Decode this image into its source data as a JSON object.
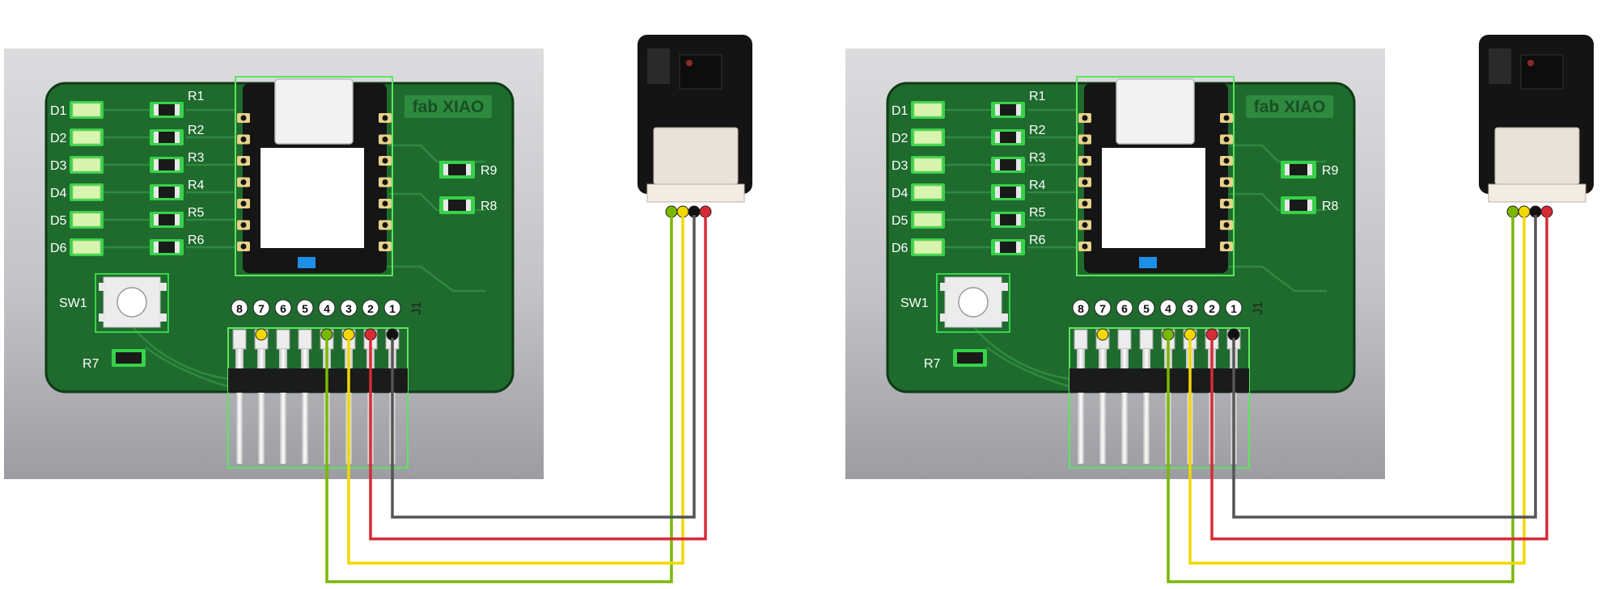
{
  "panels": [
    {
      "name": "left-wiring-diagram",
      "board": {
        "title": "fab XIAO",
        "leds": [
          "D1",
          "D2",
          "D3",
          "D4",
          "D5",
          "D6"
        ],
        "resistors": [
          "R1",
          "R2",
          "R3",
          "R4",
          "R5",
          "R6"
        ],
        "side_resistors": [
          "R9",
          "R8"
        ],
        "switch": "SW1",
        "bottom_resistor": "R7",
        "header": "J1",
        "pin_numbers": [
          "8",
          "7",
          "6",
          "5",
          "4",
          "3",
          "2",
          "1"
        ],
        "pin_dots": [
          "none",
          "yellow",
          "none",
          "none",
          "green",
          "yellow",
          "red",
          "black"
        ]
      },
      "sensor": {
        "connector_wires": [
          "green",
          "yellow",
          "black",
          "red"
        ]
      },
      "wires": [
        {
          "color": "green",
          "from_pin": "4",
          "to_sensor_pin": 1
        },
        {
          "color": "yellow",
          "from_pin": "3",
          "to_sensor_pin": 2
        },
        {
          "color": "red",
          "from_pin": "2",
          "to_sensor_pin": 4
        },
        {
          "color": "black",
          "from_pin": "1",
          "to_sensor_pin": 3
        }
      ]
    },
    {
      "name": "right-wiring-diagram",
      "board": {
        "title": "fab XIAO",
        "leds": [
          "D1",
          "D2",
          "D3",
          "D4",
          "D5",
          "D6"
        ],
        "resistors": [
          "R1",
          "R2",
          "R3",
          "R4",
          "R5",
          "R6"
        ],
        "side_resistors": [
          "R9",
          "R8"
        ],
        "switch": "SW1",
        "bottom_resistor": "R7",
        "header": "J1",
        "pin_numbers": [
          "8",
          "7",
          "6",
          "5",
          "4",
          "3",
          "2",
          "1"
        ],
        "pin_dots": [
          "none",
          "yellow",
          "none",
          "none",
          "green",
          "yellow",
          "red",
          "black"
        ]
      },
      "sensor": {
        "connector_wires": [
          "green",
          "yellow",
          "black",
          "red"
        ]
      },
      "wires": [
        {
          "color": "green",
          "from_pin": "4",
          "to_sensor_pin": 1
        },
        {
          "color": "yellow",
          "from_pin": "3",
          "to_sensor_pin": 2
        },
        {
          "color": "red",
          "from_pin": "2",
          "to_sensor_pin": 4
        },
        {
          "color": "black",
          "from_pin": "1",
          "to_sensor_pin": 3
        }
      ]
    }
  ],
  "colors": {
    "pcb": "#1f6b2e",
    "pcb_edge": "#0f3a16",
    "trace": "#2f8a3f",
    "silk_green": "#38d24a",
    "led": "#d8f5b0",
    "wire_green": "#7ab800",
    "wire_yellow": "#f2d800",
    "wire_red": "#d62b35",
    "wire_black": "#555555",
    "dot_black": "#111111"
  }
}
